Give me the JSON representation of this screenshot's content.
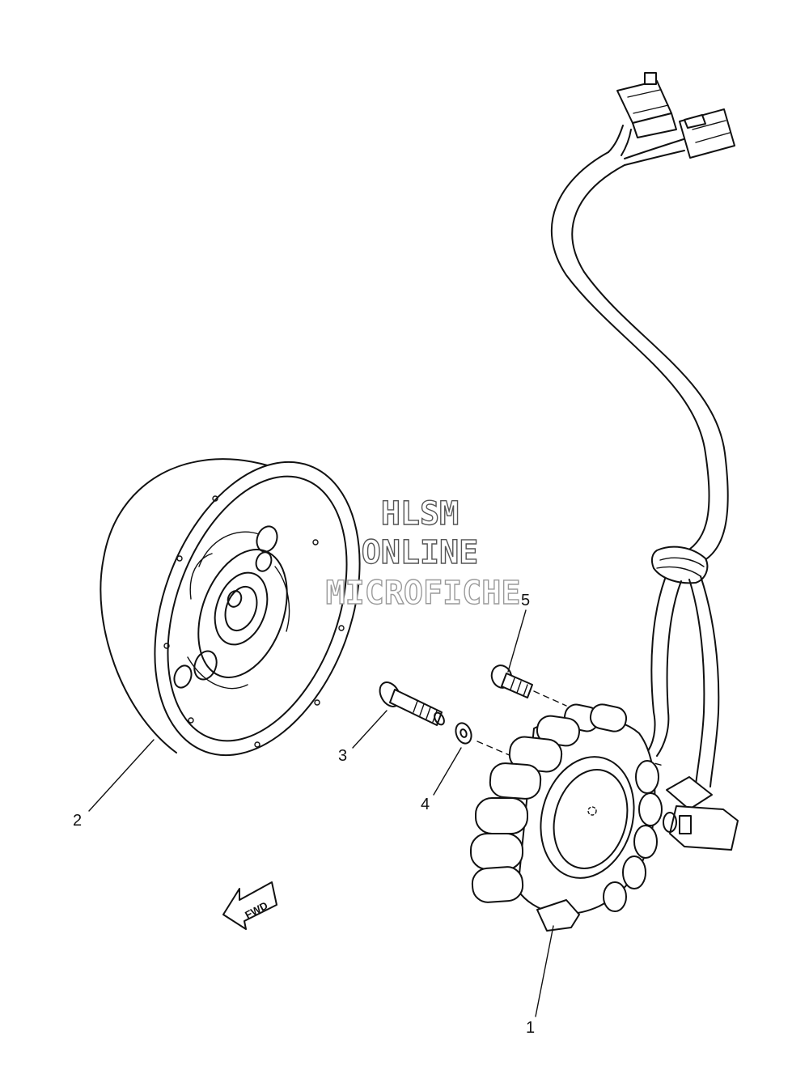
{
  "diagram": {
    "callouts": {
      "p1": "1",
      "p2": "2",
      "p3": "3",
      "p4": "4",
      "p5": "5"
    },
    "direction_arrow": {
      "label": "FWD"
    },
    "watermark": {
      "line1": "HLSM",
      "line2": "ONLINE",
      "line3": "MICROFICHE"
    }
  }
}
